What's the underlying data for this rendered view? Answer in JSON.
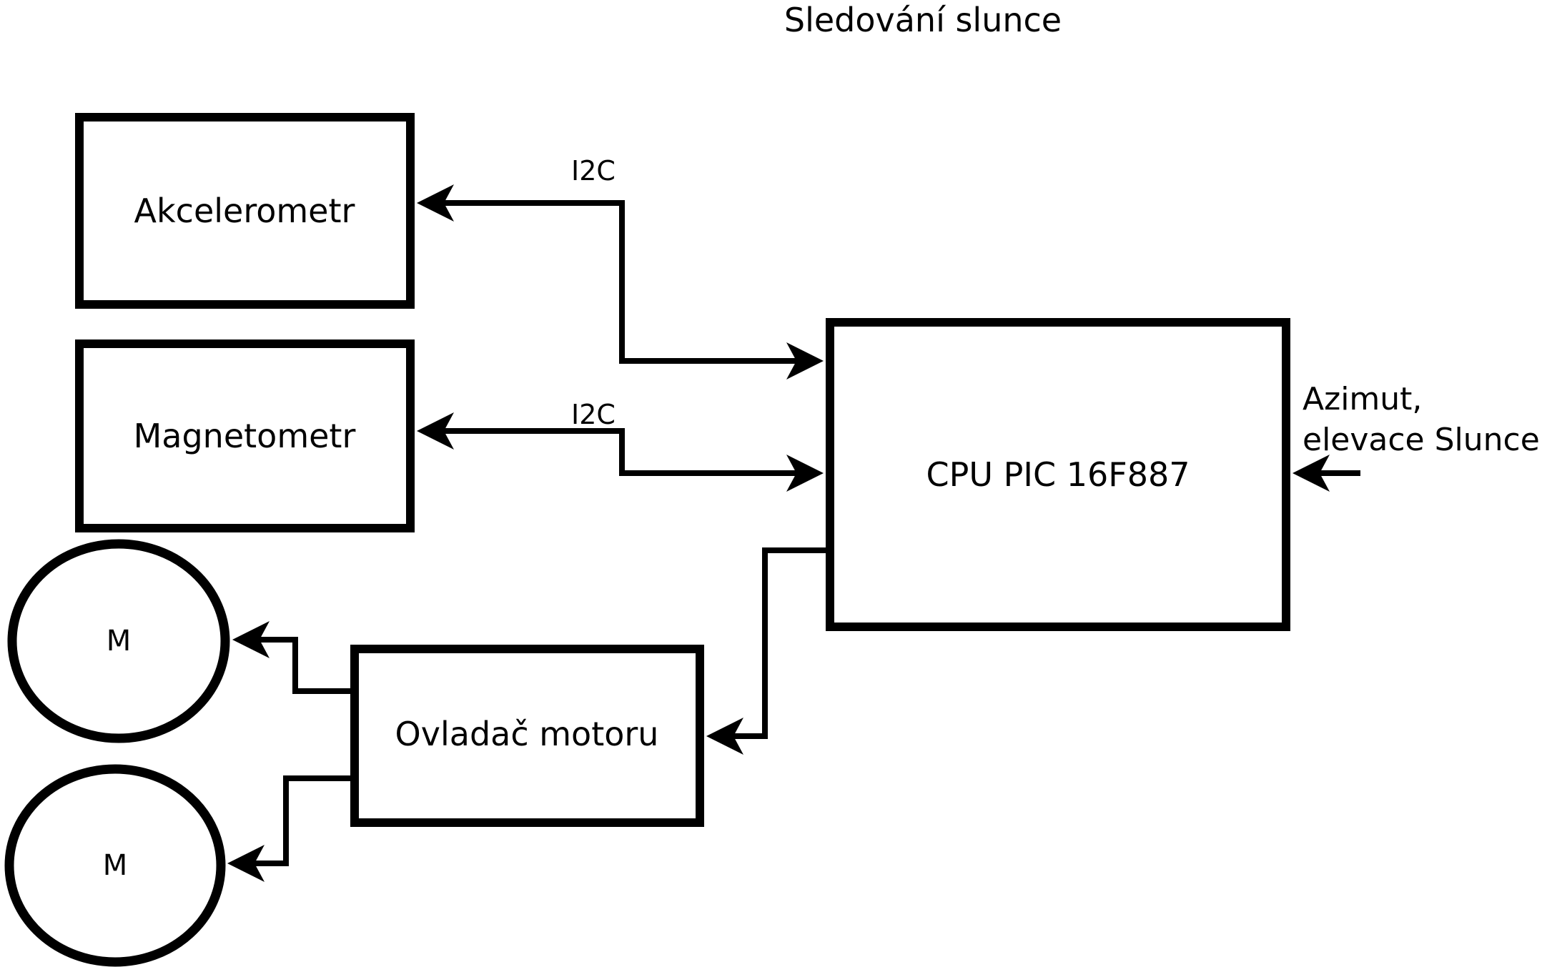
{
  "title": "Sledování slunce",
  "colors": {
    "line": "#000000",
    "background": "#ffffff",
    "box_fill": "#ffffff"
  },
  "nodes": {
    "akcelerometr": {
      "label": "Akcelerometr"
    },
    "magnetometr": {
      "label": "Magnetometr"
    },
    "cpu": {
      "label": "CPU PIC 16F887"
    },
    "motor_driver": {
      "label": "Ovladač motoru"
    },
    "motor_top": {
      "label": "M"
    },
    "motor_bottom": {
      "label": "M"
    }
  },
  "edge_labels": {
    "i2c_top": "I2C",
    "i2c_bottom": "I2C"
  },
  "external_input": {
    "line1": "Azimut,",
    "line2": "elevace Slunce"
  }
}
